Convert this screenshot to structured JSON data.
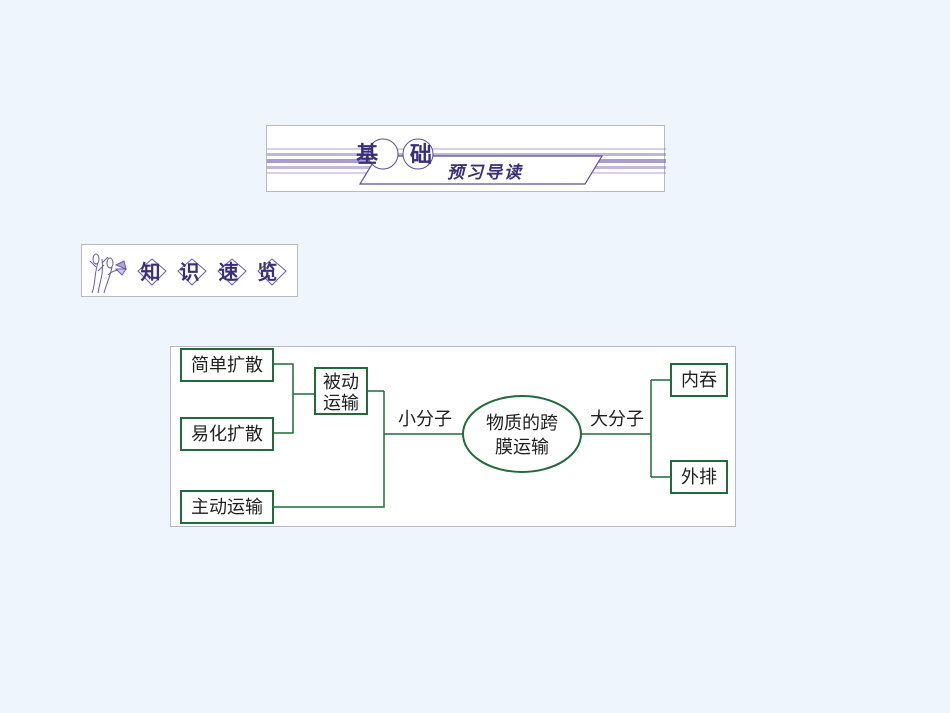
{
  "banner": {
    "main": "基 础",
    "sub": "预习导读",
    "accent": "#8a7cc0",
    "text_color": "#3a2f7a"
  },
  "section_label": {
    "text": "知 识 速 览",
    "icon": "butterfly-flower-icon"
  },
  "diagram": {
    "line_color": "#1f6b3a",
    "boxes": {
      "simple_diffusion": "简单扩散",
      "facilitated_diffusion": "易化扩散",
      "active_transport": "主动运输",
      "passive_transport_line1": "被动",
      "passive_transport_line2": "运输",
      "endocytosis": "内吞",
      "exocytosis": "外排"
    },
    "labels": {
      "small_molecule": "小分子",
      "large_molecule": "大分子"
    },
    "center": {
      "line1": "物质的跨",
      "line2": "膜运输"
    }
  }
}
